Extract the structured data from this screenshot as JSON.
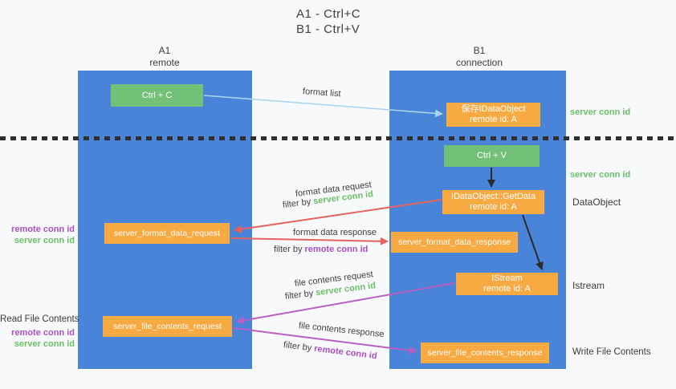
{
  "title": {
    "line1": "A1 - Ctrl+C",
    "line2": "B1 - Ctrl+V"
  },
  "colors": {
    "lifeline_blue": "#4a84d8",
    "box_green": "#73c178",
    "box_orange": "#f7a942",
    "accent_green": "#6abf69",
    "accent_purple": "#ab4fc2",
    "arrow_red": "#e8625d",
    "arrow_magenta": "#bb5ec4",
    "arrow_blue": "#a9d6ef",
    "arrow_black": "#2b2b2b",
    "dash_color": "#2f2f2f"
  },
  "lifelines": {
    "a1": {
      "name": "A1",
      "role": "remote"
    },
    "b1": {
      "name": "B1",
      "role": "connection"
    }
  },
  "nodes": {
    "ctrl_c": {
      "label": "Ctrl + C"
    },
    "save_idataobject": {
      "line1": "保存IDataObject",
      "line2": "remote id: A"
    },
    "ctrl_v": {
      "label": "Ctrl + V"
    },
    "getdata": {
      "line1": "IDataObject::GetData",
      "line2": "remote id: A"
    },
    "format_request": {
      "label": "server_format_data_request"
    },
    "format_response": {
      "label": "server_format_data_response"
    },
    "istream": {
      "line1": "IStream",
      "line2": "remote id: A"
    },
    "file_request": {
      "label": "server_file_contents_request"
    },
    "file_response": {
      "label": "server_file_contents_response"
    }
  },
  "arrow_labels": {
    "format_list": "format list",
    "format_data_request": "format data request",
    "format_data_response": "format data response",
    "file_contents_request": "file contents request",
    "file_contents_response": "file contents response",
    "filter_by": "filter by",
    "server_conn_id": "server conn id",
    "remote_conn_id": "remote conn id"
  },
  "side_labels": {
    "remote_conn_id": "remote conn id",
    "server_conn_id": "server conn id",
    "read_file_contents": "Read File Contents",
    "write_file_contents": "Write File Contents",
    "dataobject": "DataObject",
    "istream": "Istream"
  }
}
